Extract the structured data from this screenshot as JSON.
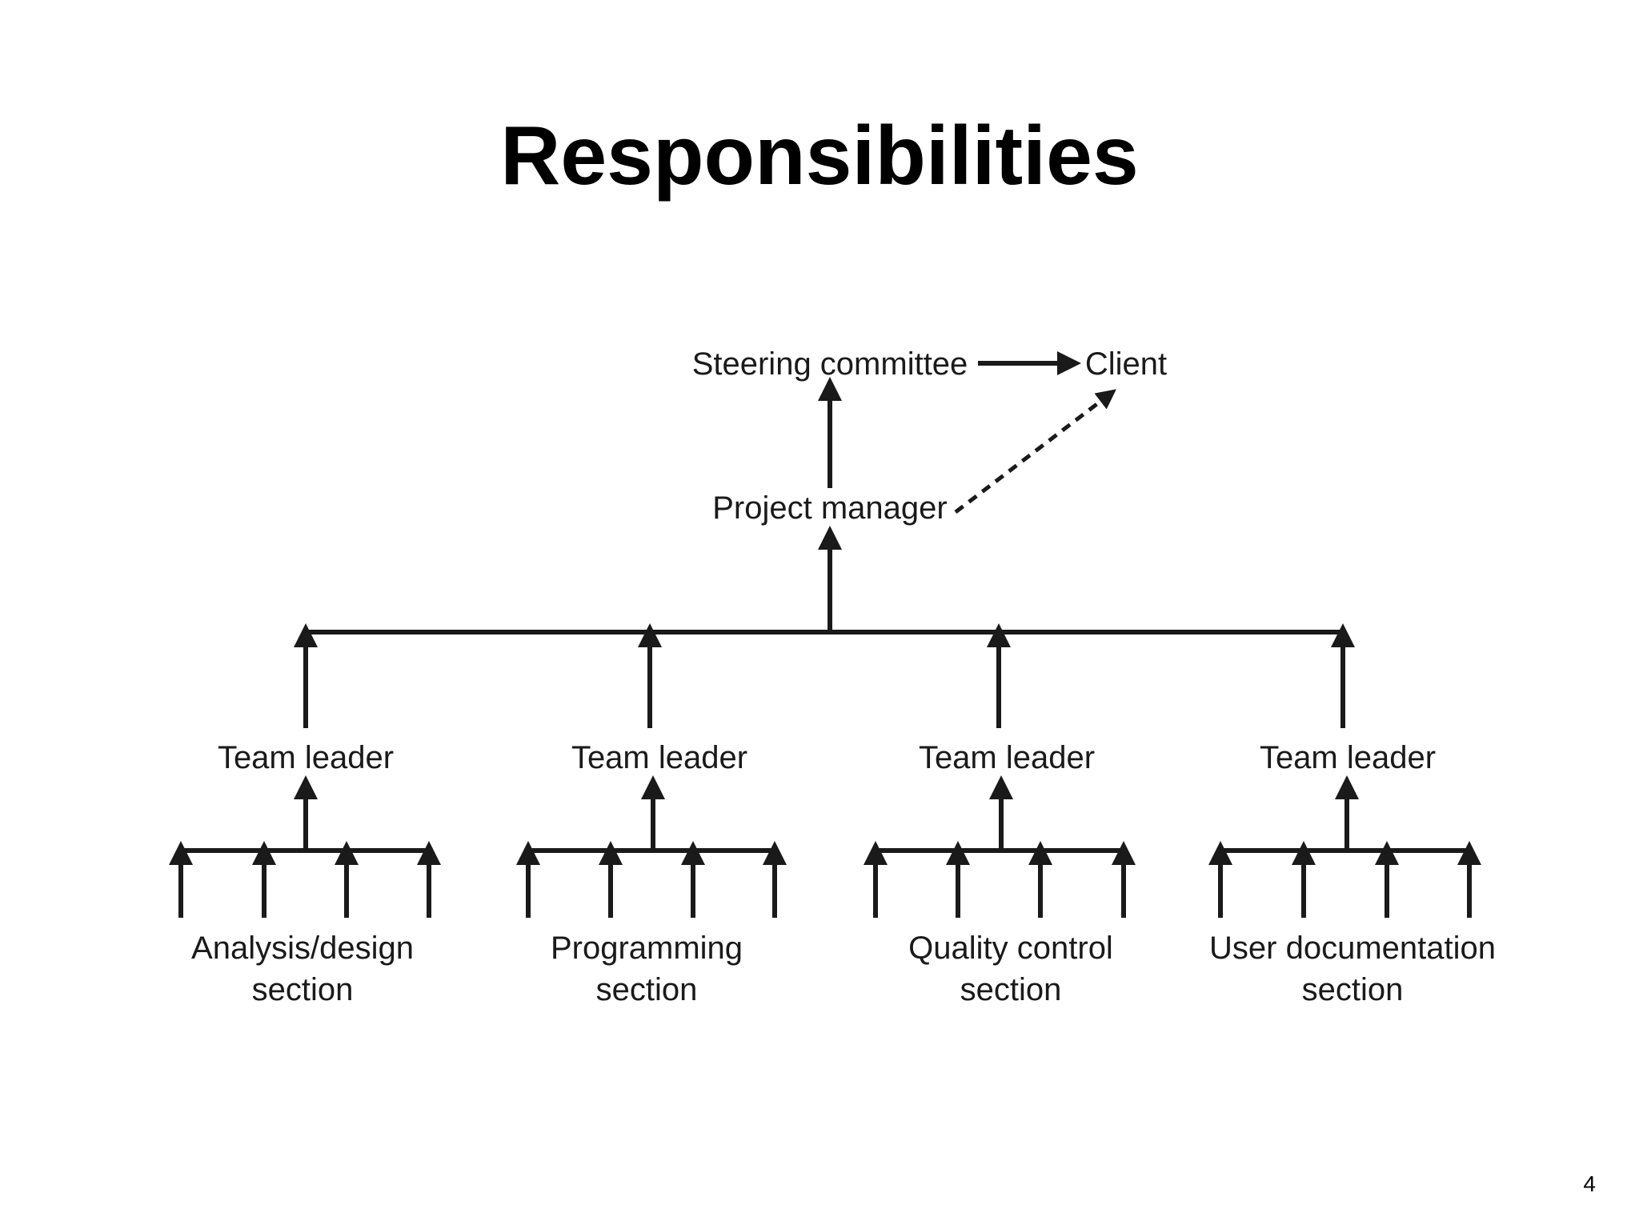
{
  "slide": {
    "title": "Responsibilities",
    "page_number": "4"
  },
  "diagram": {
    "steering_committee": "Steering committee",
    "client": "Client",
    "project_manager": "Project manager",
    "teams": [
      {
        "leader": "Team leader",
        "section_line1": "Analysis/design",
        "section_line2": "section"
      },
      {
        "leader": "Team leader",
        "section_line1": "Programming",
        "section_line2": "section"
      },
      {
        "leader": "Team leader",
        "section_line1": "Quality control",
        "section_line2": "section"
      },
      {
        "leader": "Team leader",
        "section_line1": "User documentation",
        "section_line2": "section"
      }
    ],
    "colors": {
      "line": "#1a1a1a",
      "text": "#1a1a1a"
    }
  }
}
